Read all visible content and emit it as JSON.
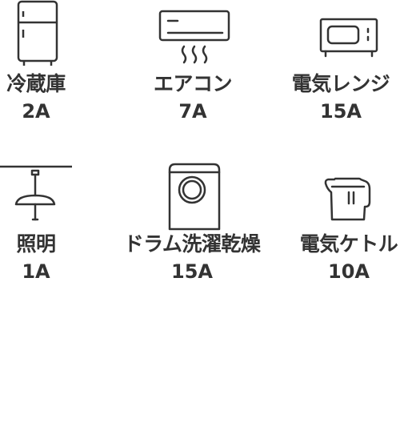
{
  "appliances": [
    {
      "name": "冷蔵庫",
      "amperage": "2A",
      "icon": "refrigerator-icon"
    },
    {
      "name": "エアコン",
      "amperage": "7A",
      "icon": "air-conditioner-icon"
    },
    {
      "name": "電気レンジ",
      "amperage": "15A",
      "icon": "microwave-icon"
    },
    {
      "name": "照明",
      "amperage": "1A",
      "icon": "ceiling-light-icon"
    },
    {
      "name": "ドラム洗濯乾燥",
      "amperage": "15A",
      "icon": "washing-machine-icon"
    },
    {
      "name": "電気ケトル",
      "amperage": "10A",
      "icon": "electric-kettle-icon"
    }
  ],
  "colors": {
    "text": "#333333",
    "line": "#333333",
    "background": "#ffffff"
  }
}
